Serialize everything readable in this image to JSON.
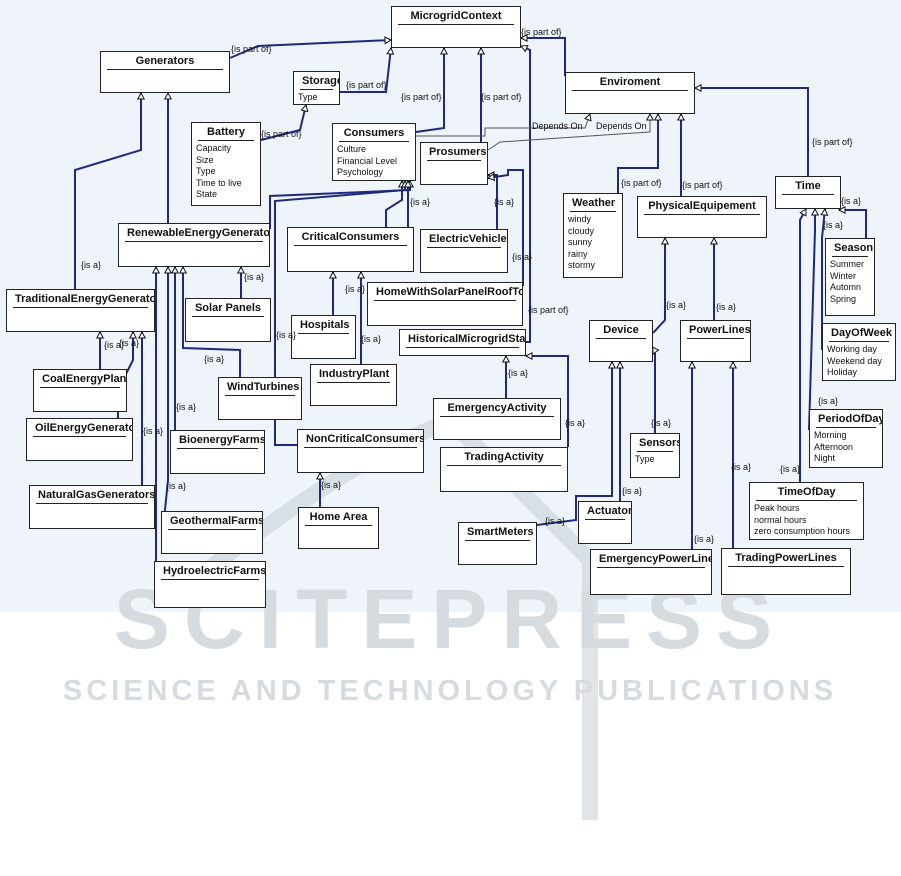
{
  "colors": {
    "edge": "#1f2a7a",
    "edge_light": "#555555",
    "background_panel": "#eef4fa",
    "watermark": "#c9cfd4"
  },
  "watermark": {
    "line1": "SCITEPRESS",
    "line2": "SCIENCE AND TECHNOLOGY PUBLICATIONS"
  },
  "nodes": {
    "microgridcontext": {
      "title": "MicrogridContext",
      "attrs": []
    },
    "generators": {
      "title": "Generators",
      "attrs": []
    },
    "storage": {
      "title": "Storage",
      "attrs": [
        "Type"
      ]
    },
    "battery": {
      "title": "Battery",
      "attrs": [
        "Capacity",
        "Size",
        "Type",
        "Time to live",
        "State"
      ]
    },
    "consumers": {
      "title": "Consumers",
      "attrs": [
        "Culture",
        "Financial Level",
        "Psychology"
      ]
    },
    "prosumers": {
      "title": "Prosumers",
      "attrs": []
    },
    "enviroment": {
      "title": "Enviroment",
      "attrs": []
    },
    "weather": {
      "title": "Weather",
      "attrs": [
        "windy",
        "cloudy",
        "sunny",
        "rainy",
        "stormy"
      ]
    },
    "physicalequipement": {
      "title": "PhysicalEquipement",
      "attrs": []
    },
    "time": {
      "title": "Time",
      "attrs": []
    },
    "season": {
      "title": "Season",
      "attrs": [
        "Summer",
        "Winter",
        "Automn",
        "Spring"
      ]
    },
    "dayofweek": {
      "title": "DayOfWeek",
      "attrs": [
        "Working day",
        "Weekend day",
        "Holiday"
      ]
    },
    "periodofday": {
      "title": "PeriodOfDay",
      "attrs": [
        "Morning",
        "Afternoon",
        "Night"
      ]
    },
    "timeofday": {
      "title": "TimeOfDay",
      "attrs": [
        "Peak hours",
        "normal hours",
        "zero consumption hours"
      ]
    },
    "renewableenergygenerators": {
      "title": "RenewableEnergyGenerators",
      "attrs": []
    },
    "criticalconsumers": {
      "title": "CriticalConsumers",
      "attrs": []
    },
    "electricvehicle": {
      "title": "ElectricVehicle",
      "attrs": []
    },
    "traditionalenergygenerators": {
      "title": "TraditionalEnergyGenerators",
      "attrs": []
    },
    "solarpanels": {
      "title": "Solar Panels",
      "attrs": []
    },
    "hospitals": {
      "title": "Hospitals",
      "attrs": []
    },
    "homewithsolarpanelrooftop": {
      "title": "HomeWithSolarPanelRoofTop",
      "attrs": []
    },
    "historicalmicrogridstate": {
      "title": "HistoricalMicrogridState",
      "attrs": []
    },
    "device": {
      "title": "Device",
      "attrs": []
    },
    "powerlines": {
      "title": "PowerLines",
      "attrs": []
    },
    "coalenergyplant": {
      "title": "CoalEnergyPlant",
      "attrs": []
    },
    "windturbines": {
      "title": "WindTurbines",
      "attrs": []
    },
    "industryplant": {
      "title": "IndustryPlant",
      "attrs": []
    },
    "emergencyactivity": {
      "title": "EmergencyActivity",
      "attrs": []
    },
    "oilenergygenerator": {
      "title": "OilEnergyGenerator",
      "attrs": []
    },
    "bioenergyfarms": {
      "title": "BioenergyFarms",
      "attrs": []
    },
    "noncriticalconsumers": {
      "title": "NonCriticalConsumers",
      "attrs": []
    },
    "tradingactivity": {
      "title": "TradingActivity",
      "attrs": []
    },
    "sensors": {
      "title": "Sensors",
      "attrs": [
        "Type"
      ]
    },
    "naturalgasgenerators": {
      "title": "NaturalGasGenerators",
      "attrs": []
    },
    "geothermalfarms": {
      "title": "GeothermalFarms",
      "attrs": []
    },
    "homearea": {
      "title": "Home Area",
      "attrs": []
    },
    "smartmeters": {
      "title": "SmartMeters",
      "attrs": []
    },
    "actuators": {
      "title": "Actuators",
      "attrs": []
    },
    "emergencypowerlines": {
      "title": "EmergencyPowerLines",
      "attrs": []
    },
    "tradingpowerlines": {
      "title": "TradingPowerLines",
      "attrs": []
    },
    "hydroelectricfarms": {
      "title": "HydroelectricFarms",
      "attrs": []
    }
  },
  "edges": [
    {
      "from": "generators",
      "to": "microgridcontext",
      "label": "{is part of}"
    },
    {
      "from": "storage",
      "to": "microgridcontext",
      "label": "{is part of}"
    },
    {
      "from": "consumers",
      "to": "microgridcontext",
      "label": "{is part of}"
    },
    {
      "from": "prosumers",
      "to": "microgridcontext",
      "label": "{is part of}"
    },
    {
      "from": "enviroment",
      "to": "microgridcontext",
      "label": "{is part of}"
    },
    {
      "from": "historicalmicrogridstate",
      "to": "microgridcontext",
      "label": "{is part of}"
    },
    {
      "from": "battery",
      "to": "storage",
      "label": "{is part of}"
    },
    {
      "from": "weather",
      "to": "enviroment",
      "label": "{is part of}"
    },
    {
      "from": "physicalequipement",
      "to": "enviroment",
      "label": "{is part of}"
    },
    {
      "from": "time",
      "to": "enviroment",
      "label": "{is part of}"
    },
    {
      "from": "consumers",
      "to": "enviroment",
      "label": "Depends On"
    },
    {
      "from": "prosumers",
      "to": "enviroment",
      "label": "Depends On"
    },
    {
      "from": "renewableenergygenerators",
      "to": "generators",
      "label": ""
    },
    {
      "from": "traditionalenergygenerators",
      "to": "generators",
      "label": "{is a}"
    },
    {
      "from": "criticalconsumers",
      "to": "consumers",
      "label": ""
    },
    {
      "from": "noncriticalconsumers",
      "to": "consumers",
      "label": "{is a}"
    },
    {
      "from": "renewableenergygenerators",
      "to": "consumers",
      "label": ""
    },
    {
      "from": "electricvehicle",
      "to": "consumers",
      "label": "{is a}"
    },
    {
      "from": "electricvehicle",
      "to": "prosumers",
      "label": "{is a}"
    },
    {
      "from": "homewithsolarpanelrooftop",
      "to": "prosumers",
      "label": "{is a}"
    },
    {
      "from": "season",
      "to": "time",
      "label": "{is a}"
    },
    {
      "from": "dayofweek",
      "to": "time",
      "label": "{is a}"
    },
    {
      "from": "periodofday",
      "to": "time",
      "label": "{is a}"
    },
    {
      "from": "timeofday",
      "to": "time",
      "label": "{is a}"
    },
    {
      "from": "device",
      "to": "physicalequipement",
      "label": "{is a}"
    },
    {
      "from": "powerlines",
      "to": "physicalequipement",
      "label": "{is a}"
    },
    {
      "from": "solarpanels",
      "to": "renewableenergygenerators",
      "label": "{is a}"
    },
    {
      "from": "windturbines",
      "to": "renewableenergygenerators",
      "label": "{is a}"
    },
    {
      "from": "bioenergyfarms",
      "to": "renewableenergygenerators",
      "label": "{is a}"
    },
    {
      "from": "geothermalfarms",
      "to": "renewableenergygenerators",
      "label": "{is a}"
    },
    {
      "from": "hydroelectricfarms",
      "to": "renewableenergygenerators",
      "label": ""
    },
    {
      "from": "coalenergyplant",
      "to": "traditionalenergygenerators",
      "label": "{is a}"
    },
    {
      "from": "oilenergygenerator",
      "to": "traditionalenergygenerators",
      "label": "{is a}"
    },
    {
      "from": "naturalgasgenerators",
      "to": "traditionalenergygenerators",
      "label": "{is a}"
    },
    {
      "from": "hospitals",
      "to": "criticalconsumers",
      "label": "{is a}"
    },
    {
      "from": "industryplant",
      "to": "criticalconsumers",
      "label": "{is a}"
    },
    {
      "from": "homearea",
      "to": "noncriticalconsumers",
      "label": "{is a}"
    },
    {
      "from": "emergencyactivity",
      "to": "historicalmicrogridstate",
      "label": "{is a}"
    },
    {
      "from": "tradingactivity",
      "to": "historicalmicrogridstate",
      "label": "{is a}"
    },
    {
      "from": "sensors",
      "to": "device",
      "label": "{is a}"
    },
    {
      "from": "actuators",
      "to": "device",
      "label": "{is a}"
    },
    {
      "from": "smartmeters",
      "to": "device",
      "label": "{is a}"
    },
    {
      "from": "emergencypowerlines",
      "to": "powerlines",
      "label": "{is a}"
    },
    {
      "from": "tradingpowerlines",
      "to": "powerlines",
      "label": "{is a}"
    }
  ]
}
